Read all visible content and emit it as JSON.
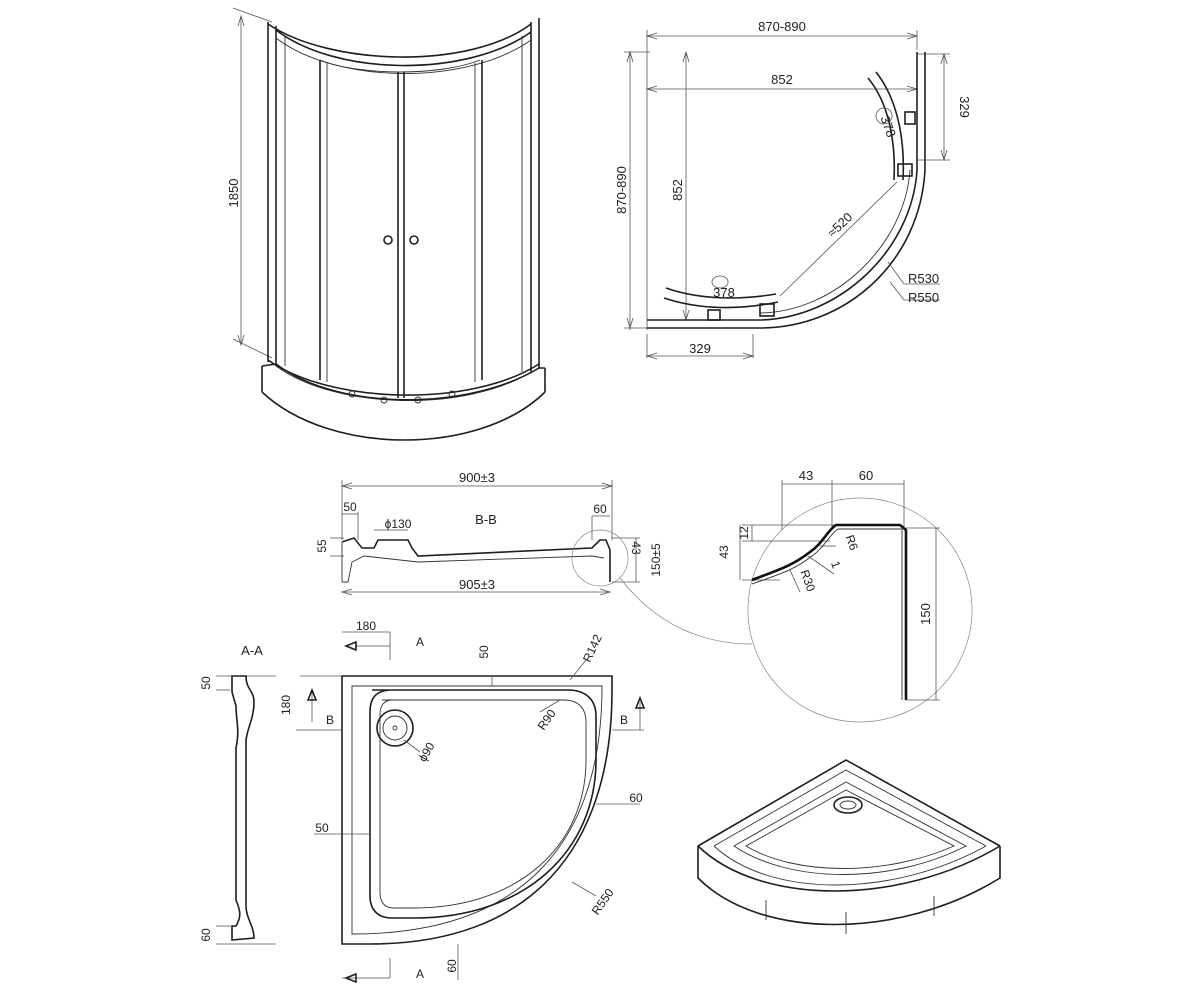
{
  "labels": {
    "height_1850": "1850",
    "width_870_890_top": "870-890",
    "inner_852_horizontal": "852",
    "side_329_right": "329",
    "arc_378_top": "378",
    "depth_870_890_left": "870-890",
    "inner_852_vertical": "852",
    "diag_520": "≈520",
    "radius_r530": "R530",
    "radius_r550": "R550",
    "arc_378_bottom": "378",
    "bottom_329": "329",
    "bb_900": "900±3",
    "bb_50": "50",
    "bb_phi130": "ϕ130",
    "bb_title": "B-B",
    "bb_60": "60",
    "bb_55": "55",
    "bb_43": "43",
    "bb_150": "150±5",
    "bb_905": "905±3",
    "det_43_top": "43",
    "det_60_top": "60",
    "det_12": "12",
    "det_43_side": "43",
    "det_r6": "R6",
    "det_1": "1",
    "det_r30": "R30",
    "det_150": "150",
    "aa_title": "A-A",
    "aa_50": "50",
    "aa_60": "60",
    "plan_180_top": "180",
    "plan_a_top": "A",
    "plan_50_top": "50",
    "plan_r142": "R142",
    "plan_180_left": "180",
    "plan_b_left": "B",
    "plan_b_right": "B",
    "plan_r90": "R90",
    "plan_phi90": "ϕ90",
    "plan_60_right": "60",
    "plan_50_left": "50",
    "plan_r550": "R550",
    "plan_60_bottom": "60",
    "plan_a_bottom": "A"
  }
}
